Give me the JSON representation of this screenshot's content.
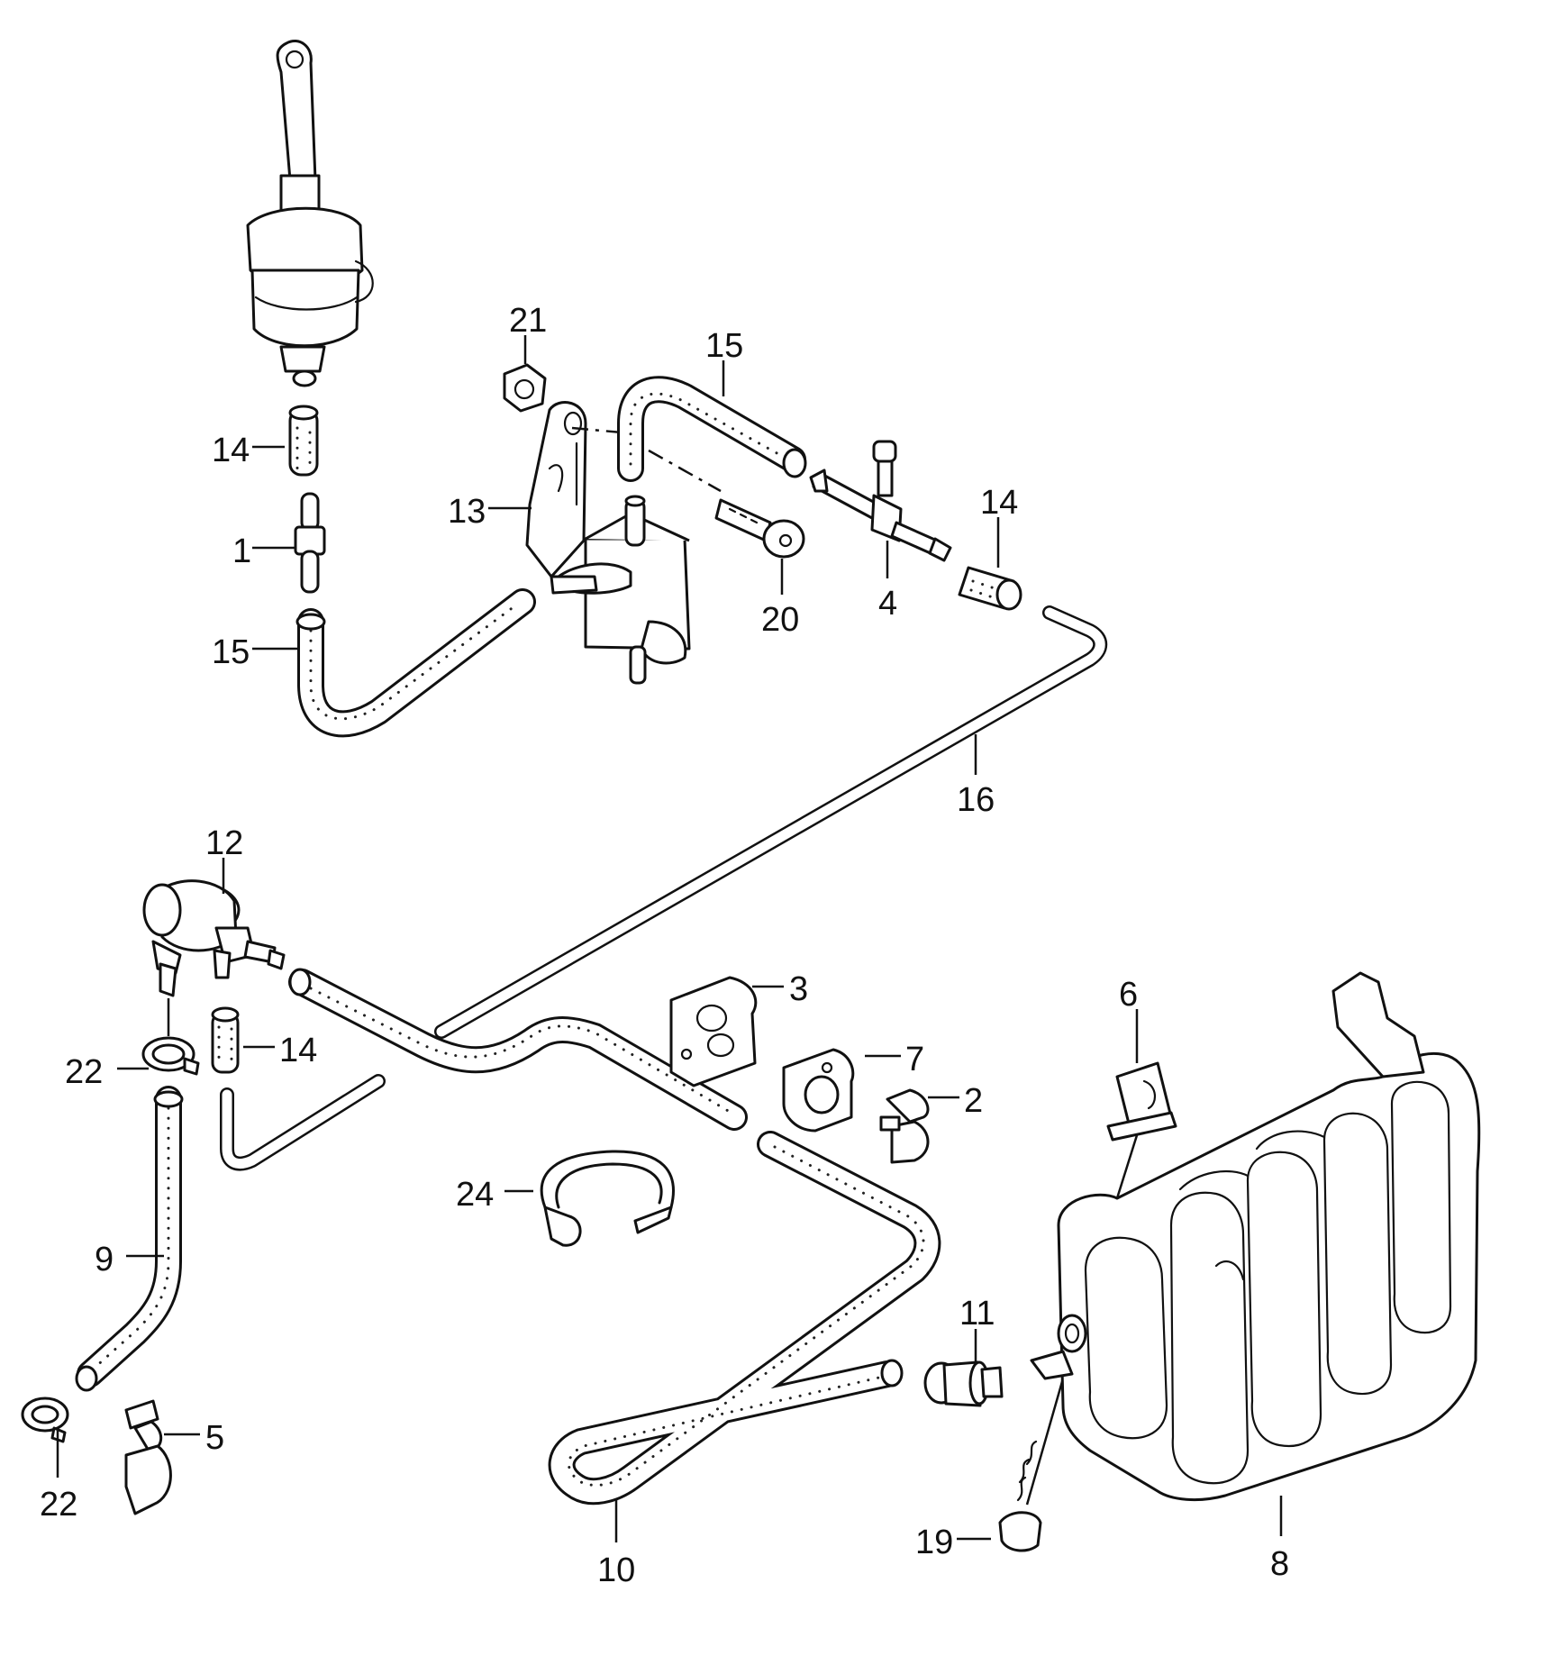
{
  "callouts": [
    {
      "id": "c21a",
      "label": "21"
    },
    {
      "id": "c15a",
      "label": "15"
    },
    {
      "id": "c14a",
      "label": "14"
    },
    {
      "id": "c13",
      "label": "13"
    },
    {
      "id": "c1",
      "label": "1"
    },
    {
      "id": "c14b",
      "label": "14"
    },
    {
      "id": "c20",
      "label": "20"
    },
    {
      "id": "c4",
      "label": "4"
    },
    {
      "id": "c15b",
      "label": "15"
    },
    {
      "id": "c16",
      "label": "16"
    },
    {
      "id": "c12",
      "label": "12"
    },
    {
      "id": "c3",
      "label": "3"
    },
    {
      "id": "c6",
      "label": "6"
    },
    {
      "id": "c22a",
      "label": "22"
    },
    {
      "id": "c14c",
      "label": "14"
    },
    {
      "id": "c7",
      "label": "7"
    },
    {
      "id": "c2",
      "label": "2"
    },
    {
      "id": "c24",
      "label": "24"
    },
    {
      "id": "c9",
      "label": "9"
    },
    {
      "id": "c11",
      "label": "11"
    },
    {
      "id": "c5",
      "label": "5"
    },
    {
      "id": "c22b",
      "label": "22"
    },
    {
      "id": "c19",
      "label": "19"
    },
    {
      "id": "c10",
      "label": "10"
    },
    {
      "id": "c8",
      "label": "8"
    }
  ]
}
